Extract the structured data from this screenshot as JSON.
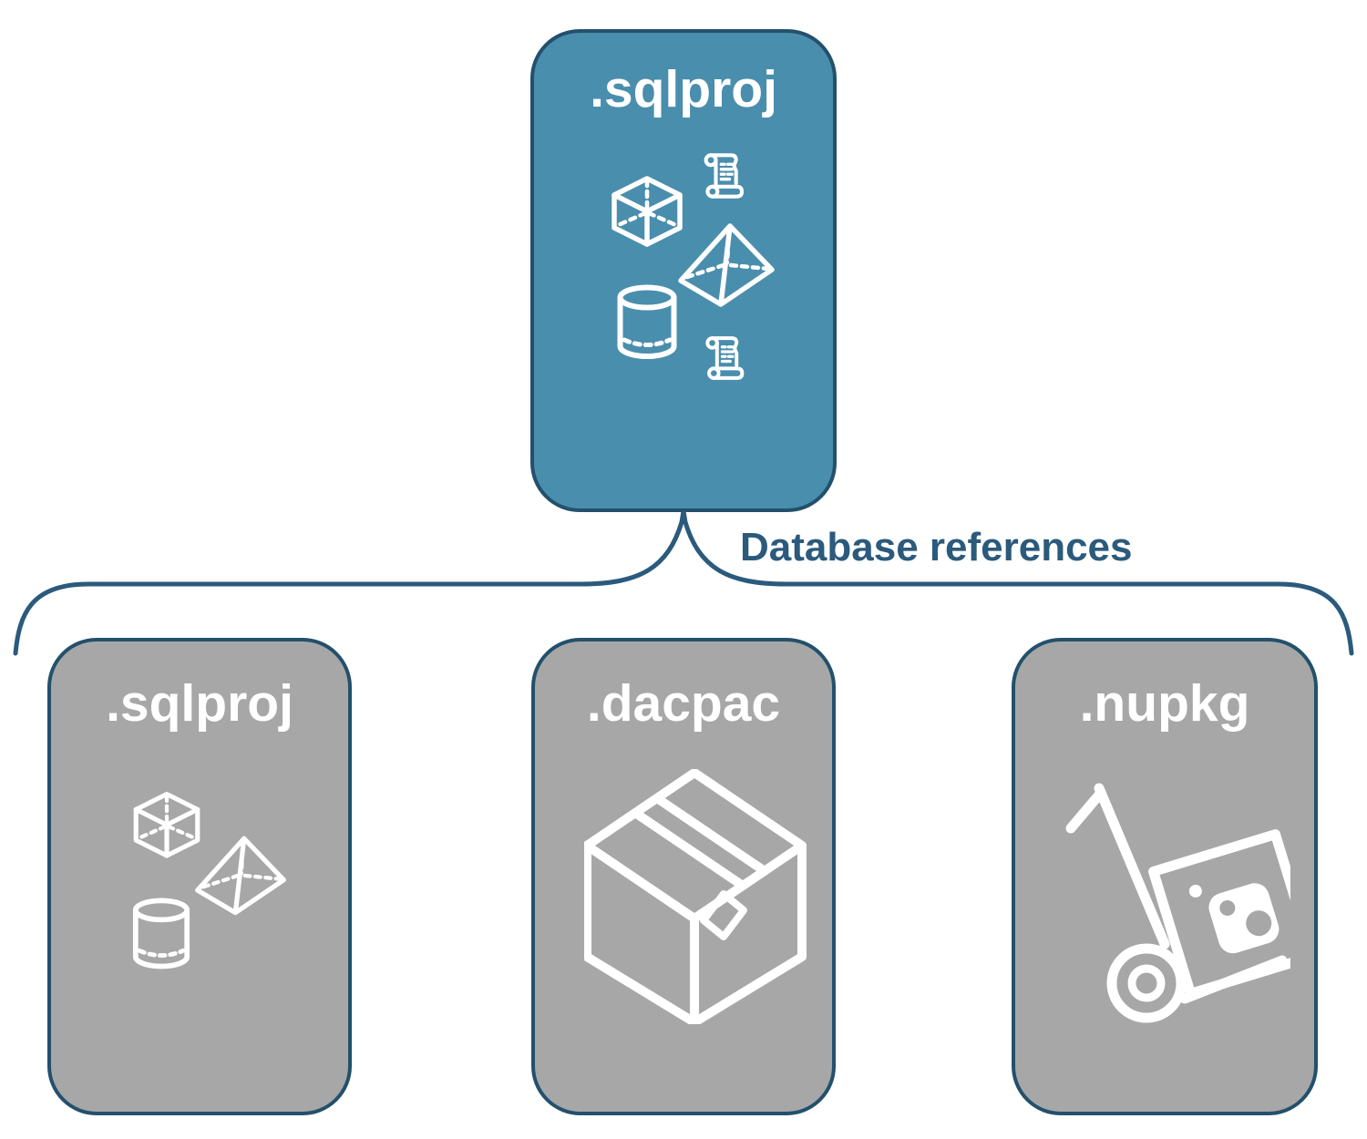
{
  "diagram": {
    "root": {
      "label": ".sqlproj",
      "icons": [
        "scroll-icon",
        "cube-icon",
        "pyramid-icon",
        "cylinder-icon",
        "scroll-icon"
      ]
    },
    "connector": {
      "label": "Database references"
    },
    "children": [
      {
        "label": ".sqlproj",
        "icons": [
          "cube-icon",
          "pyramid-icon",
          "cylinder-icon"
        ]
      },
      {
        "label": ".dacpac",
        "icons": [
          "package-box-icon"
        ]
      },
      {
        "label": ".nupkg",
        "icons": [
          "nuget-handtruck-icon"
        ]
      }
    ]
  },
  "colors": {
    "root_fill": "#4A8EAD",
    "child_fill": "#A7A7A7",
    "node_border": "#23506C",
    "line": "#2B5A7C",
    "label": "#FFFFFF",
    "canvas_bg": "#FFFFFF",
    "icon": "#FFFFFF"
  }
}
